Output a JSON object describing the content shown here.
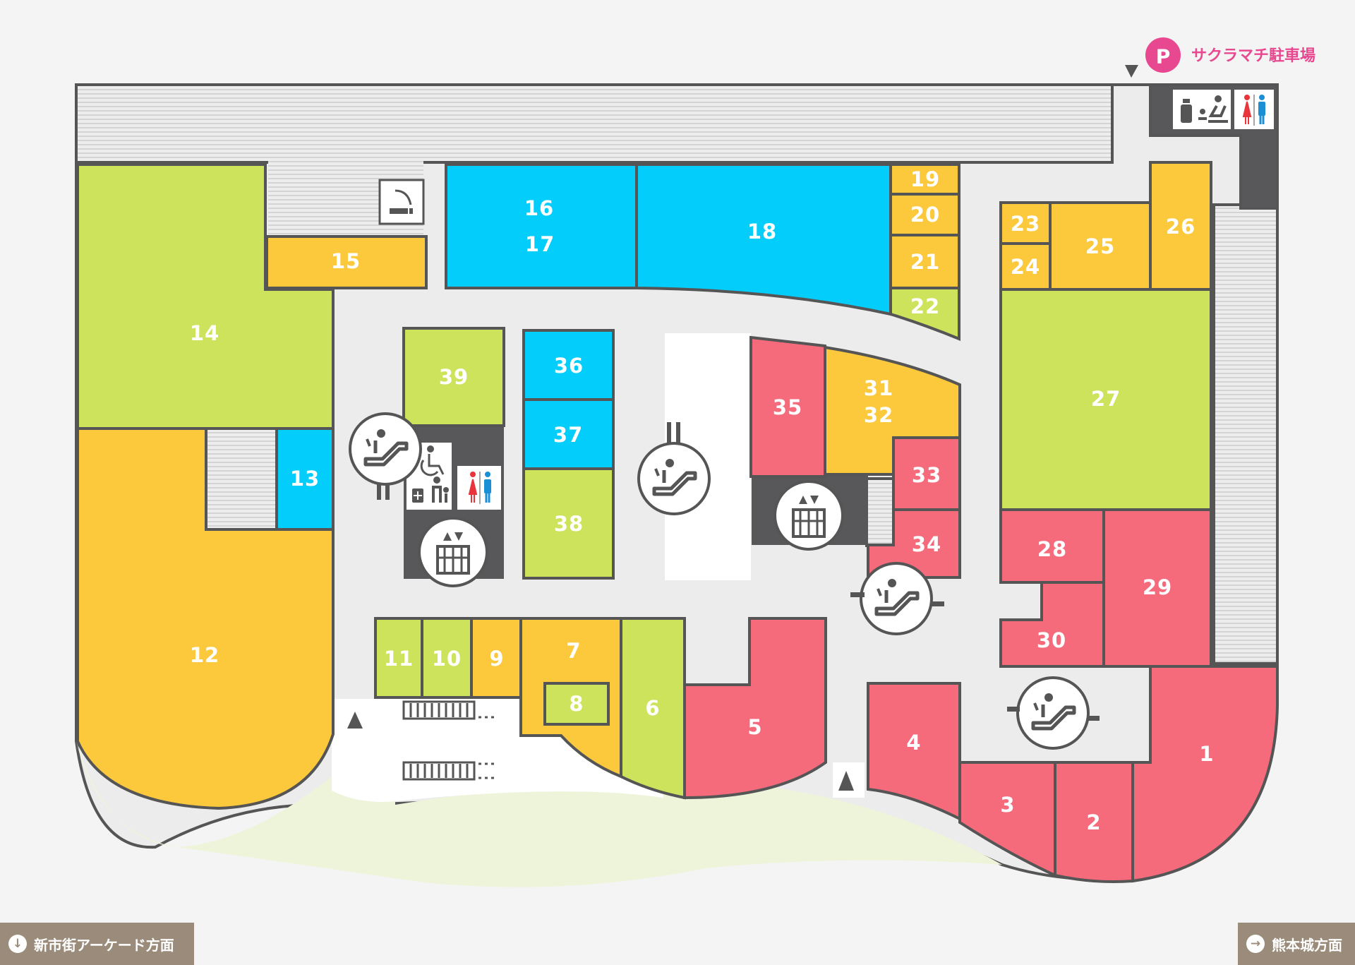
{
  "colors": {
    "red": "#f56b7c",
    "yellow": "#fdc93c",
    "green": "#cde35b",
    "blue": "#03cdfa",
    "walkway": "#ececec",
    "outline": "#555555",
    "dark": "#58585a",
    "parking": "#e8488f",
    "direction": "#9b8b7a"
  },
  "parking": {
    "badge": "P",
    "label": "サクラマチ駐車場"
  },
  "shops": [
    {
      "id": "shop-1",
      "label": "1"
    },
    {
      "id": "shop-2",
      "label": "2"
    },
    {
      "id": "shop-3",
      "label": "3"
    },
    {
      "id": "shop-4",
      "label": "4"
    },
    {
      "id": "shop-5",
      "label": "5"
    },
    {
      "id": "shop-6",
      "label": "6"
    },
    {
      "id": "shop-7",
      "label": "7"
    },
    {
      "id": "shop-8",
      "label": "8"
    },
    {
      "id": "shop-9",
      "label": "9"
    },
    {
      "id": "shop-10",
      "label": "10"
    },
    {
      "id": "shop-11",
      "label": "11"
    },
    {
      "id": "shop-12",
      "label": "12"
    },
    {
      "id": "shop-13",
      "label": "13"
    },
    {
      "id": "shop-14",
      "label": "14"
    },
    {
      "id": "shop-15",
      "label": "15"
    },
    {
      "id": "shop-16",
      "label": "16"
    },
    {
      "id": "shop-17",
      "label": "17"
    },
    {
      "id": "shop-18",
      "label": "18"
    },
    {
      "id": "shop-19",
      "label": "19"
    },
    {
      "id": "shop-20",
      "label": "20"
    },
    {
      "id": "shop-21",
      "label": "21"
    },
    {
      "id": "shop-22",
      "label": "22"
    },
    {
      "id": "shop-23",
      "label": "23"
    },
    {
      "id": "shop-24",
      "label": "24"
    },
    {
      "id": "shop-25",
      "label": "25"
    },
    {
      "id": "shop-26",
      "label": "26"
    },
    {
      "id": "shop-27",
      "label": "27"
    },
    {
      "id": "shop-28",
      "label": "28"
    },
    {
      "id": "shop-29",
      "label": "29"
    },
    {
      "id": "shop-30",
      "label": "30"
    },
    {
      "id": "shop-31",
      "label": "31"
    },
    {
      "id": "shop-32",
      "label": "32"
    },
    {
      "id": "shop-33",
      "label": "33"
    },
    {
      "id": "shop-34",
      "label": "34"
    },
    {
      "id": "shop-35",
      "label": "35"
    },
    {
      "id": "shop-36",
      "label": "36"
    },
    {
      "id": "shop-37",
      "label": "37"
    },
    {
      "id": "shop-38",
      "label": "38"
    },
    {
      "id": "shop-39",
      "label": "39"
    }
  ],
  "facilities": {
    "escalator": "escalator-icon",
    "elevator": "elevator-icon",
    "restroom": "restroom-icon",
    "accessible": "accessible-restroom-icon",
    "nursing": "nursing-room-icon",
    "smoking": "smoking-area-icon"
  },
  "directions": {
    "left": {
      "label": "新市街アーケード方面",
      "icon": "arrow-down-icon"
    },
    "right": {
      "label": "熊本城方面",
      "icon": "arrow-right-icon"
    }
  }
}
